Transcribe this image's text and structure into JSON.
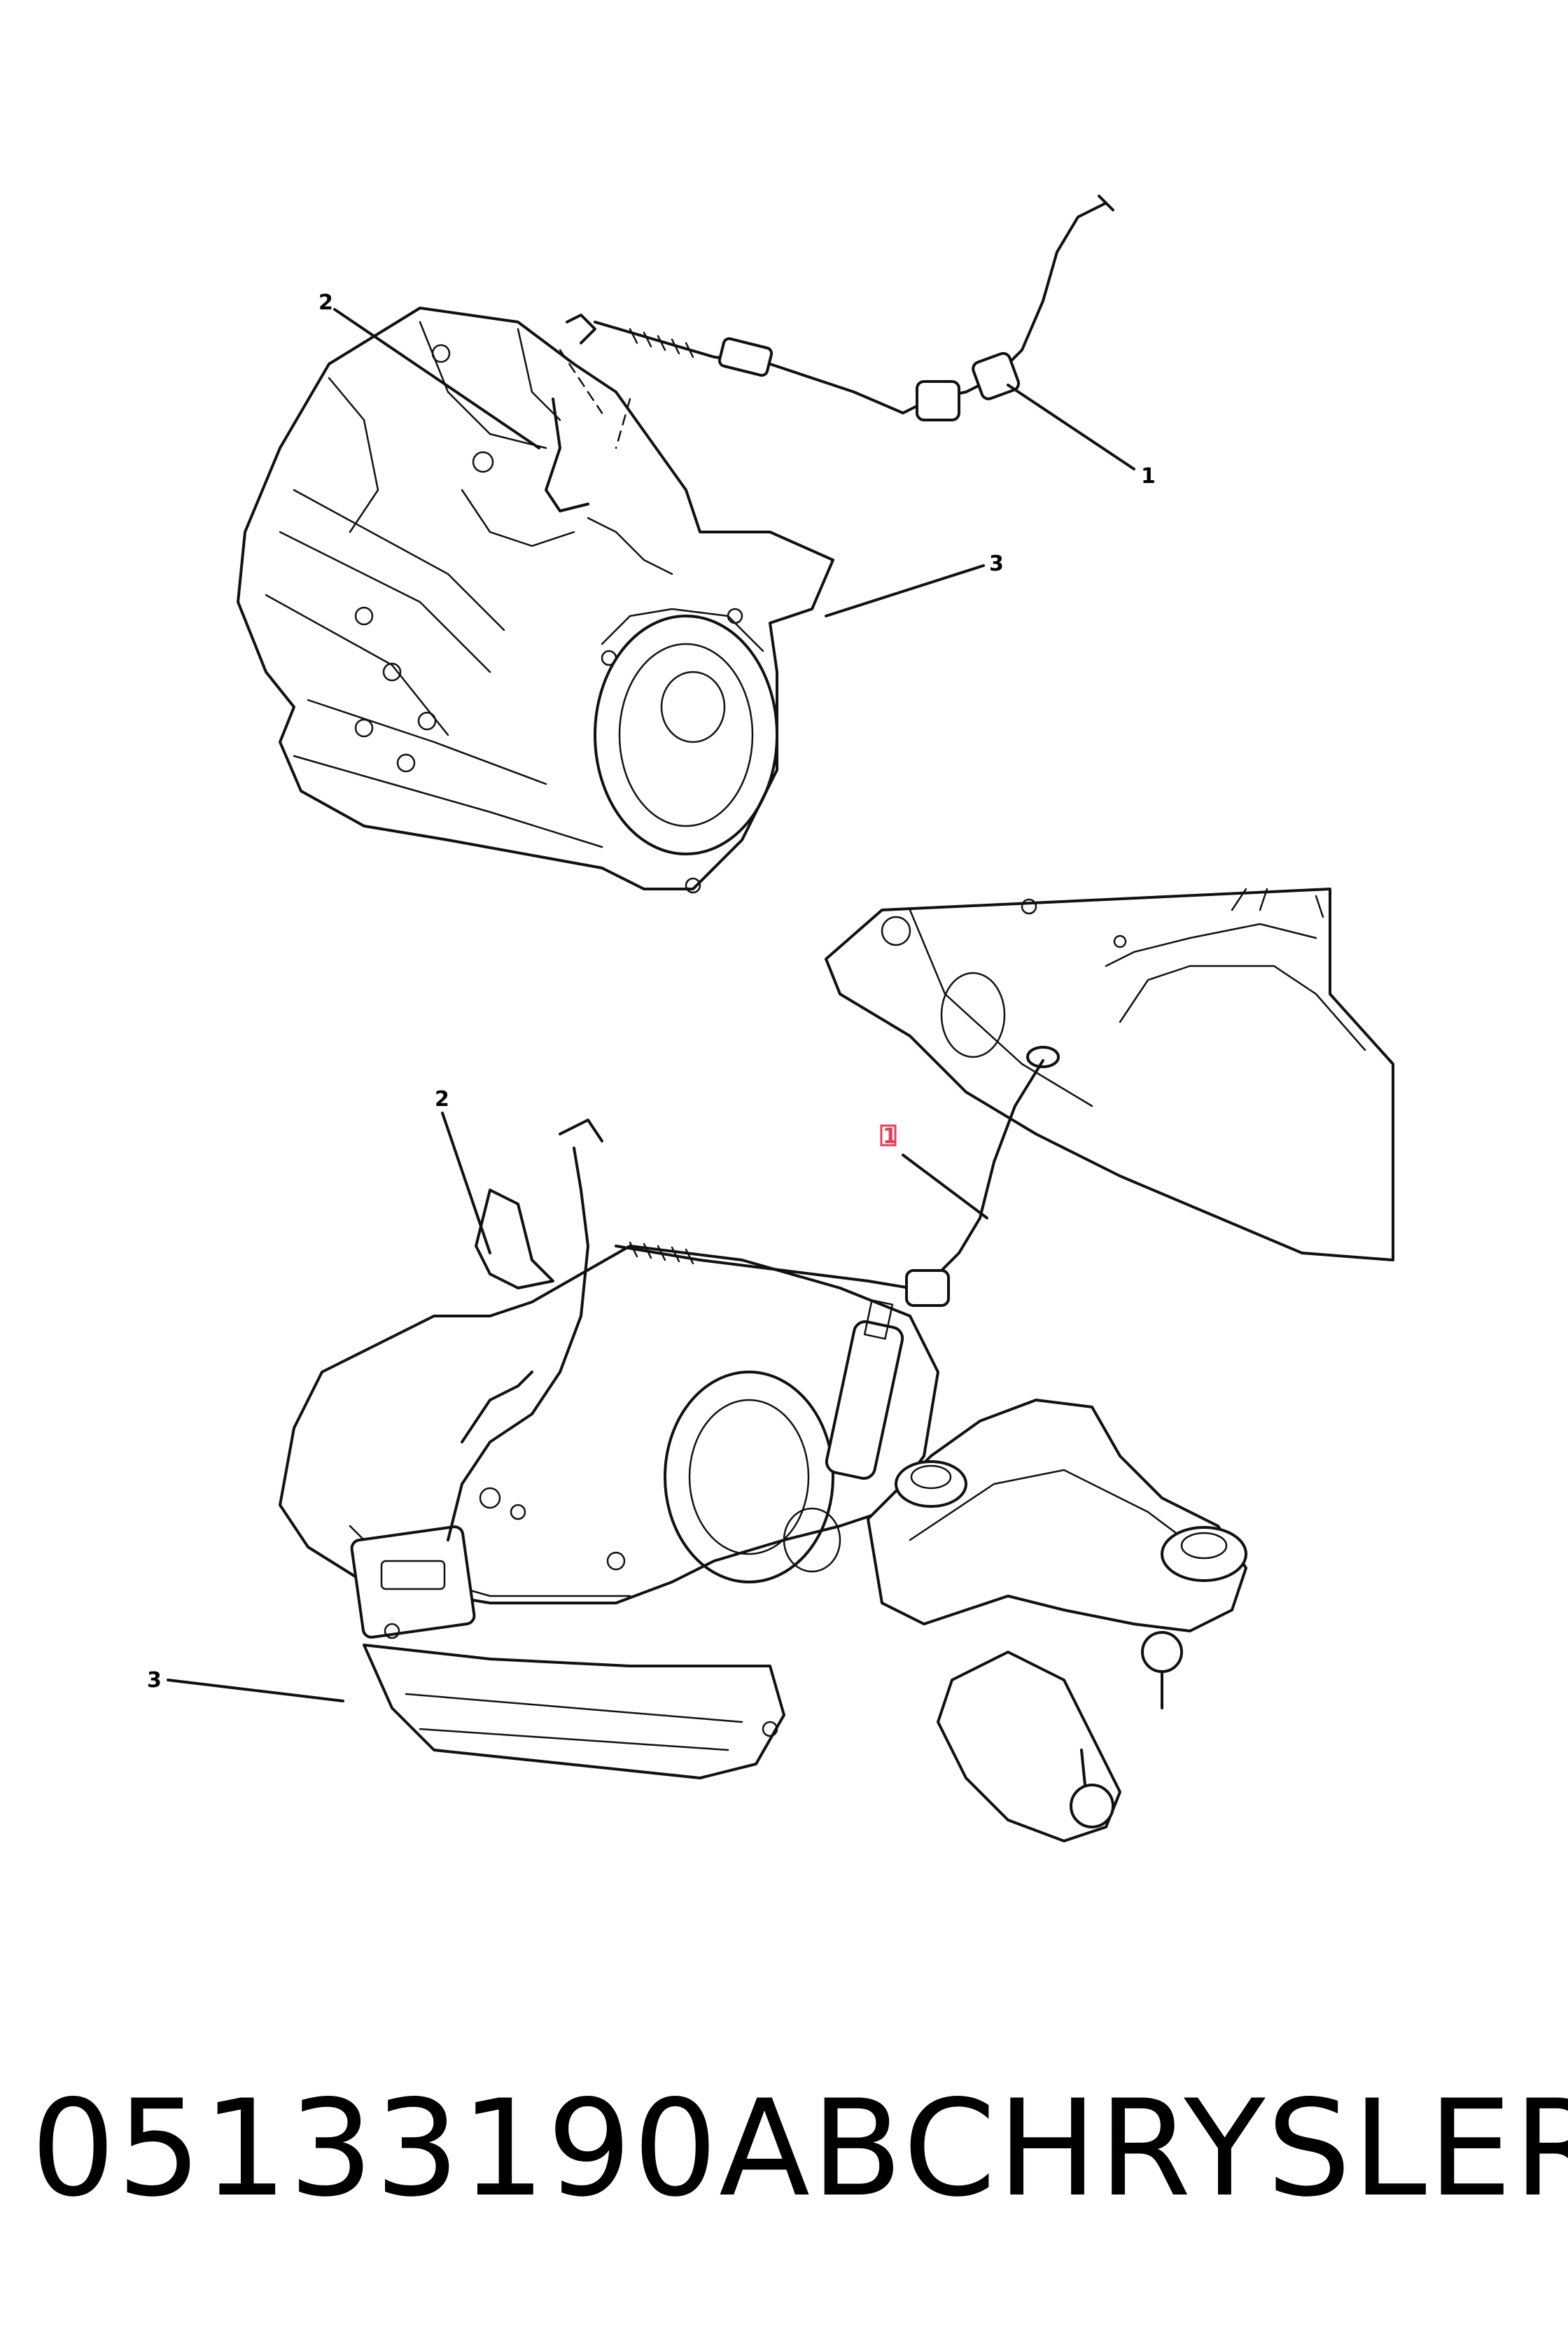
{
  "diagram": {
    "upper_view": {
      "callouts": [
        {
          "id": "label-2",
          "text": "2"
        },
        {
          "id": "label-1",
          "text": "1"
        },
        {
          "id": "label-3",
          "text": "3"
        }
      ]
    },
    "lower_view": {
      "callouts": [
        {
          "id": "label-2",
          "text": "2"
        },
        {
          "id": "label-1",
          "text": "1"
        },
        {
          "id": "label-3",
          "text": "3"
        }
      ]
    }
  },
  "footer": {
    "part_number": "05133190AB",
    "brand": "CHRYSLER"
  }
}
